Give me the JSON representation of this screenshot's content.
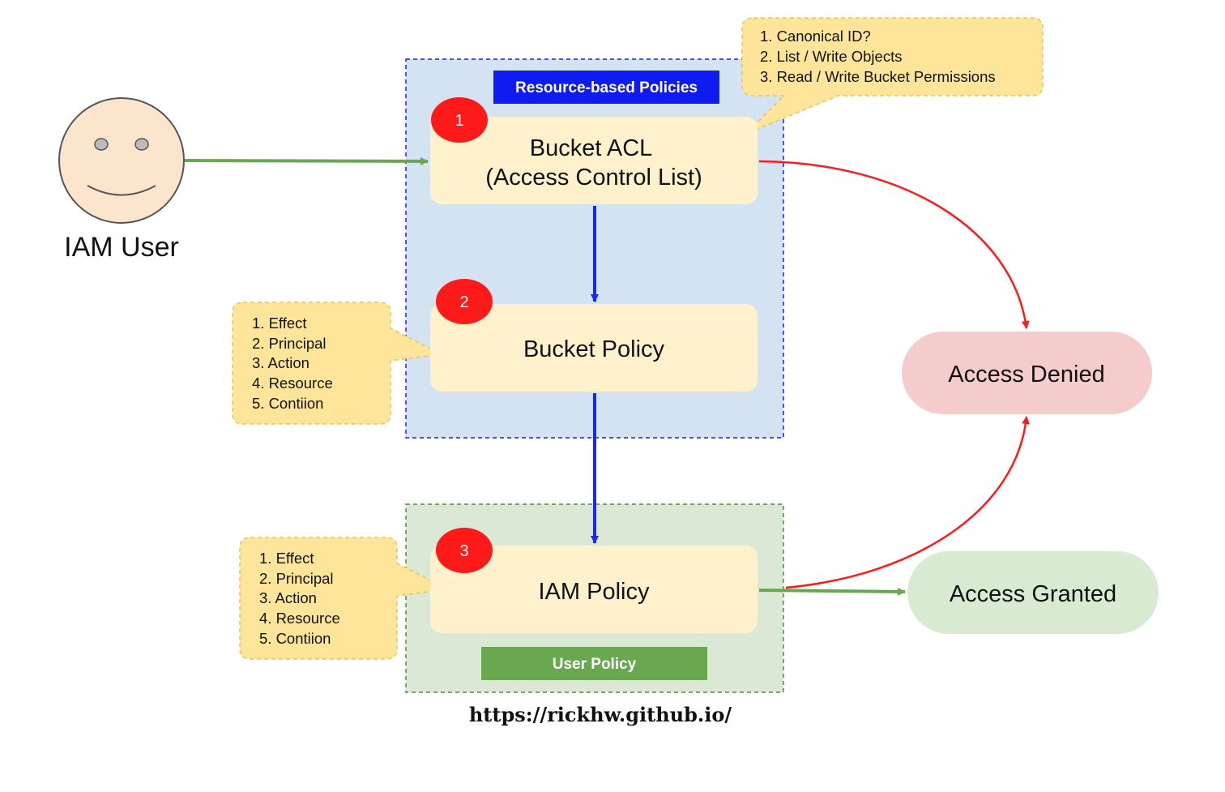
{
  "actor": {
    "label": "IAM User"
  },
  "groups": {
    "resource": {
      "label": "Resource-based Policies"
    },
    "user": {
      "label": "User Policy"
    }
  },
  "steps": [
    {
      "number": "1",
      "line1": "Bucket ACL",
      "line2": "(Access Control List)"
    },
    {
      "number": "2",
      "line1": "Bucket Policy"
    },
    {
      "number": "3",
      "line1": "IAM Policy"
    }
  ],
  "callouts": {
    "acl": [
      "1. Canonical ID?",
      "2. List / Write Objects",
      "3. Read / Write Bucket Permissions"
    ],
    "bucket_policy": [
      "1. Effect",
      "2. Principal",
      "3. Action",
      "4. Resource",
      "5. Contiion"
    ],
    "iam_policy": [
      "1. Effect",
      "2. Principal",
      "3. Action",
      "4. Resource",
      "5. Contiion"
    ]
  },
  "outcomes": {
    "denied": "Access Denied",
    "granted": "Access Granted"
  },
  "footer": {
    "url": "https://rickhw.github.io/"
  },
  "colors": {
    "resource_group_fill": "#d3e3f2",
    "resource_group_border": "#1a1aff",
    "user_group_fill": "#dbe8d6",
    "user_group_border": "#558a3e",
    "step_fill": "#fff1cc",
    "badge": "#ff1a1a",
    "callout_fill": "#ffe599",
    "callout_border": "#e8c45a",
    "denied_fill": "#f4cccc",
    "granted_fill": "#d9ead3",
    "arrow_blue": "#1428ff",
    "arrow_red": "#ff1a1a",
    "arrow_green": "#6aa84f",
    "label_blue": "#0e1cf0",
    "label_green": "#6aa84f"
  }
}
